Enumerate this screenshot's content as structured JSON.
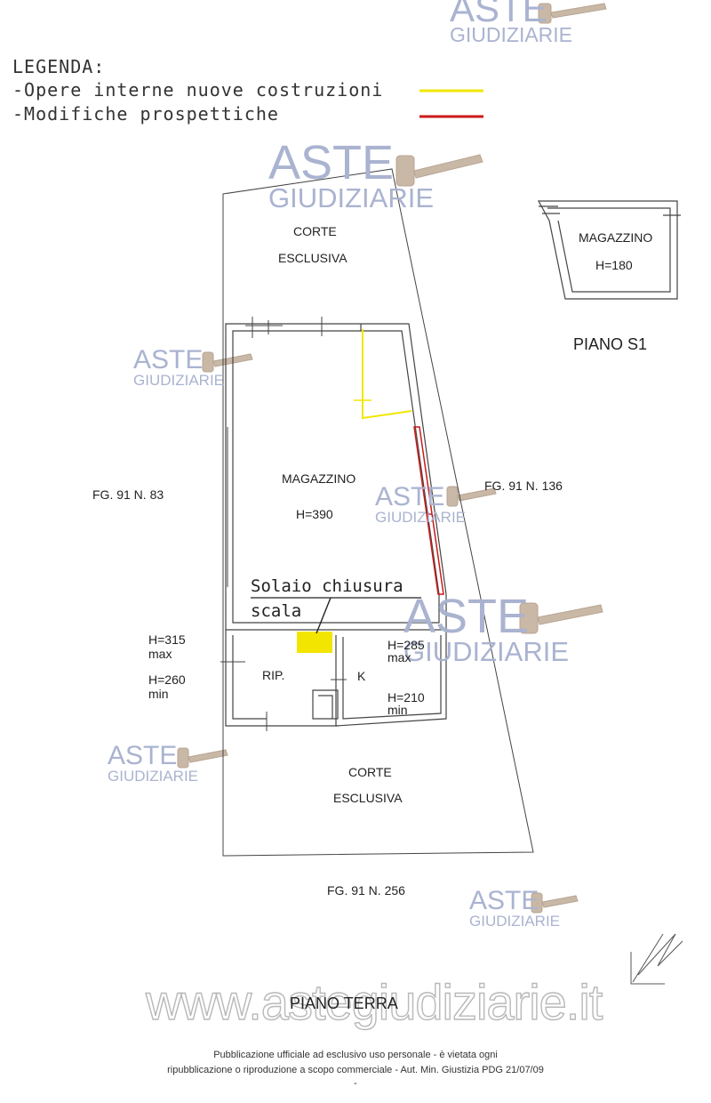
{
  "legend": {
    "title": "LEGENDA:",
    "items": [
      {
        "label": "-Opere interne nuove costruzioni",
        "color": "#f2e600"
      },
      {
        "label": "-Modifiche prospettiche",
        "color": "#cc1a1a"
      }
    ]
  },
  "watermark": {
    "brand_line1": "ASTE",
    "brand_line2": "GIUDIZIARIE",
    "site": "www.astegiudiziarie.it",
    "color": "#aab3d0"
  },
  "piano_terra": {
    "title": "PIANO TERRA",
    "corte_top": [
      "CORTE",
      "ESCLUSIVA"
    ],
    "corte_bottom": [
      "CORTE",
      "ESCLUSIVA"
    ],
    "magazzino": {
      "name": "MAGAZZINO",
      "height": "H=390"
    },
    "rip": {
      "name": "RIP.",
      "h_max": "H=315",
      "max": "max",
      "h_min": "H=260",
      "min": "min"
    },
    "kitchen": {
      "name": "K",
      "h_max": "H=285",
      "max": "max",
      "h_min": "H=210",
      "min": "min"
    },
    "note": [
      "Solaio chiusura",
      "scala"
    ],
    "neighbors": {
      "left": "FG. 91 N. 83",
      "right": "FG. 91 N. 136",
      "bottom": "FG. 91 N. 256"
    }
  },
  "piano_s1": {
    "title": "PIANO S1",
    "magazzino": {
      "name": "MAGAZZINO",
      "height": "H=180"
    }
  },
  "footer": {
    "line1": "Pubblicazione ufficiale ad esclusivo uso personale - è vietata ogni",
    "line2": "ripubblicazione o riproduzione a scopo commerciale - Aut. Min. Giustizia PDG 21/07/09",
    "line3": "-"
  }
}
